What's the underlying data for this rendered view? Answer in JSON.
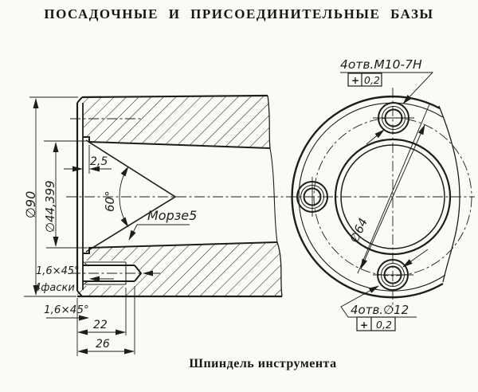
{
  "colors": {
    "paper": "#fbfaf6",
    "ink": "#1d1d1b"
  },
  "title": "ПОСАДОЧНЫЕ И ПРИСОЕДИНИТЕЛЬНЫЕ БАЗЫ",
  "caption": "Шпиндель инструмента",
  "section_view": {
    "dia_outer": "∅90",
    "dia_taper": "∅44,399",
    "counterbore_depth": "2,5",
    "cone_angle": "60°",
    "taper_name": "Морзе5",
    "chamfer_holes": "1,6×45°",
    "chamfer_count": "4фаски",
    "chamfer_face": "1,6×45°",
    "thread_depth": "22",
    "hole_depth": "26"
  },
  "end_view": {
    "tapped_holes": "4отв.М10-7Н",
    "tapped_tol_symbol": "+",
    "tapped_tol_value": "0,2",
    "bolt_circle_dia": "∅64",
    "plain_holes": "4отв.∅12",
    "plain_tol_symbol": "+",
    "plain_tol_value": "0,2"
  }
}
